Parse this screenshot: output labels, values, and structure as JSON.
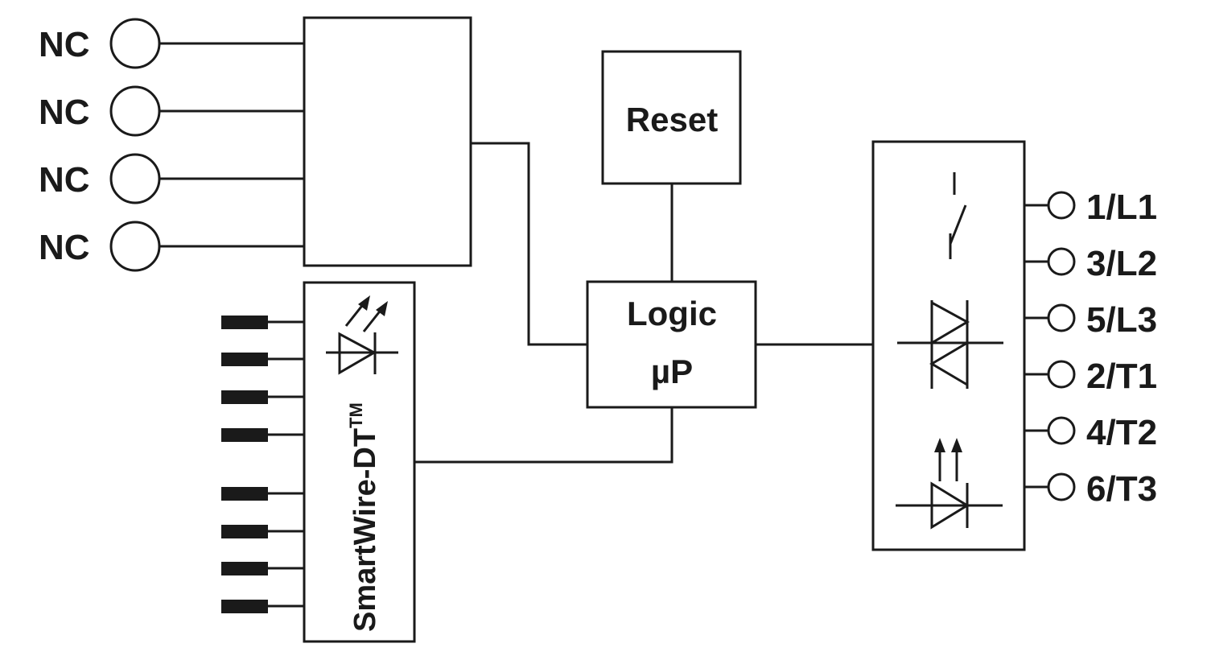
{
  "left_terminals": [
    "NC",
    "NC",
    "NC",
    "NC"
  ],
  "reset_label": "Reset",
  "logic_label_line1": "Logic",
  "logic_label_line2": "µP",
  "bus_label": "SmartWire-DT",
  "bus_trademark": "TM",
  "right_terminals": [
    "1/L1",
    "3/L2",
    "5/L3",
    "2/T1",
    "4/T2",
    "6/T3"
  ],
  "colors": {
    "line": "#1a1a1a",
    "background": "#ffffff"
  }
}
